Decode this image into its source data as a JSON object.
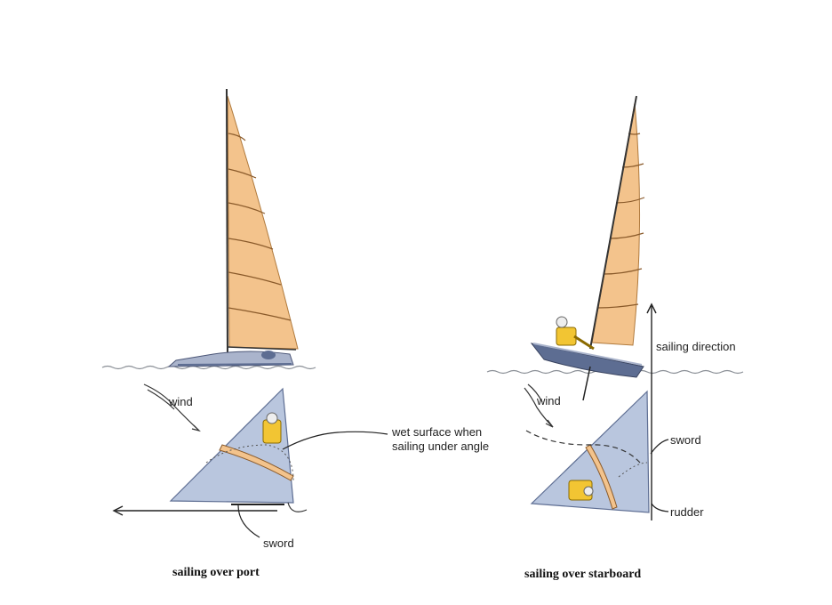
{
  "labels": {
    "wind_left": "wind",
    "wet_surface_line1": "wet surface when",
    "wet_surface_line2": "sailing under angle",
    "sword_left": "sword",
    "wind_right": "wind",
    "sailing_direction": "sailing direction",
    "sword_right": "sword",
    "rudder": "rudder"
  },
  "captions": {
    "left": "sailing over port",
    "right": "sailing over starboard"
  },
  "colors": {
    "sail": "#f3c38c",
    "hull": "#5d6d92",
    "hull_light": "#aab4cc",
    "hull_plan": "#b9c6de",
    "water": "#8a8f96",
    "ink": "#222222",
    "sailor": "#f2c533"
  }
}
